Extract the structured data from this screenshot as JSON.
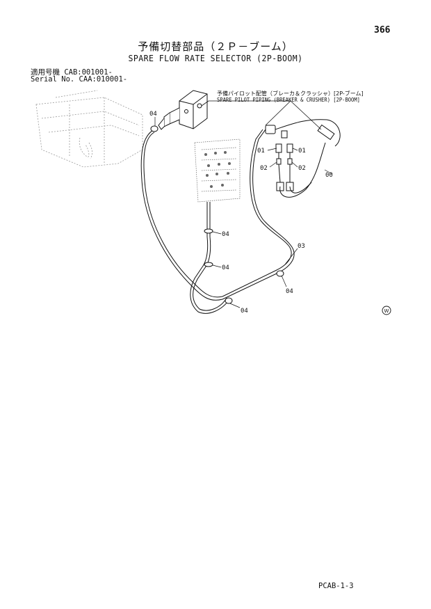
{
  "header": {
    "page_number": "366",
    "title_jp": "予備切替部品（２Ｐ－ブーム）",
    "title_en": "SPARE FLOW RATE SELECTOR (2P-BOOM)"
  },
  "serial_info": {
    "row1_label": "適用号機",
    "row1_value": "CAB:001001-",
    "row2_label": "Serial No.",
    "row2_value": "CAA:010001-"
  },
  "callout": {
    "line1_jp": "予備パイロット配管（ブレーカ＆クラッシャ）[2P-ブーム]",
    "line2_en": "SPARE PILOT PIPING (BREAKER & CRUSHER) [2P-BOOM]"
  },
  "part_labels": {
    "p04_top": "04",
    "p01_left": "01",
    "p01_right": "01",
    "p02_left": "02",
    "p02_right": "02",
    "p00": "00",
    "p04_mid": "04",
    "p04_low": "04",
    "p03": "03",
    "p04_right": "04",
    "p04_bottom": "04"
  },
  "badge": {
    "symbol": "W"
  },
  "footer": {
    "code": "PCAB-1-3"
  }
}
